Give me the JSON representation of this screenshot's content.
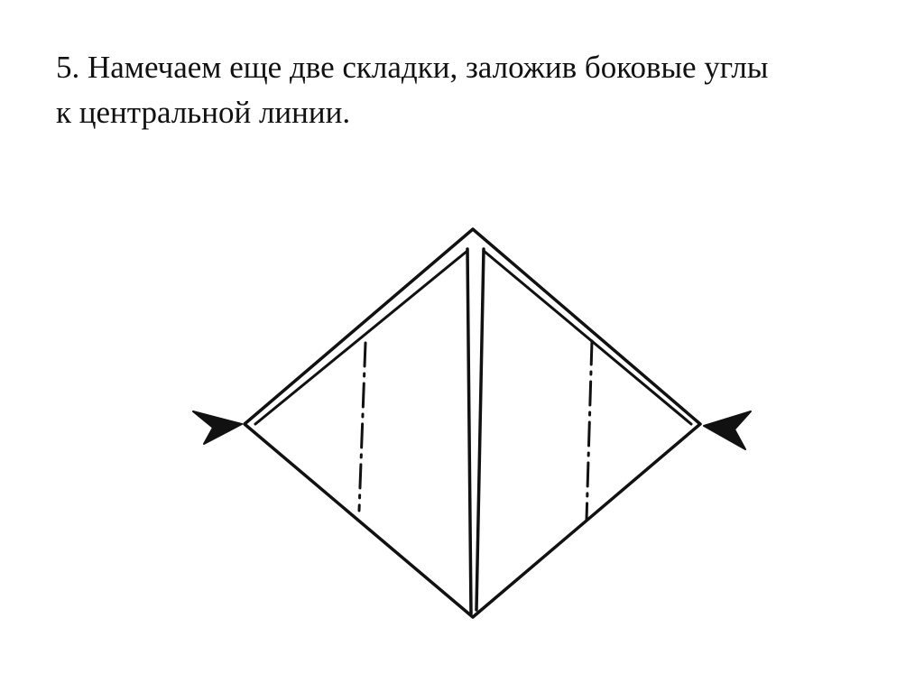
{
  "slide": {
    "instruction": {
      "line1": "5. Намечаем еще две складки, заложив боковые углы",
      "line2": "к центральной линии."
    }
  },
  "diagram": {
    "parts": [
      "outline",
      "center-fold",
      "left-flap",
      "right-flap",
      "left-fold-line",
      "right-fold-line",
      "left-arrow",
      "right-arrow"
    ],
    "colors": {
      "ink": "#111111",
      "paper": "#ffffff"
    }
  }
}
